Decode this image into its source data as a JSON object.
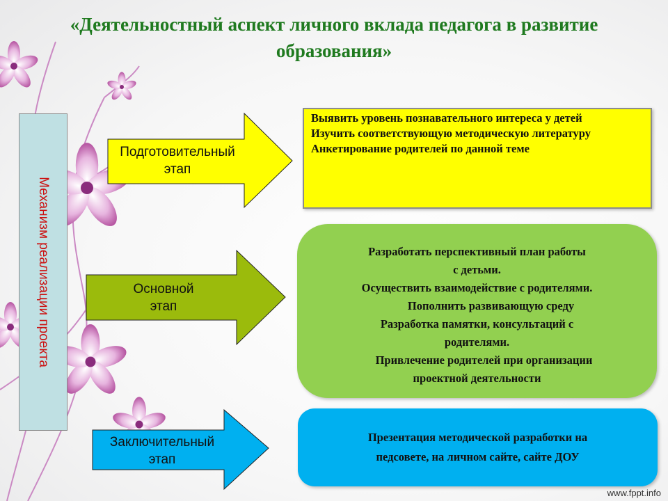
{
  "title": "«Деятельностный аспект личного вклада педагога в развитие образования»",
  "side_label": "Механизм реализации проекта",
  "colors": {
    "title": "#1f7a1f",
    "side_bar": "#bfe0e3",
    "side_text": "#cc1111",
    "yellow": "#ffff00",
    "green": "#92d050",
    "green_arrow": "#9bbb0c",
    "blue": "#00b0f0"
  },
  "stages": [
    {
      "label_line1": "Подготовительный",
      "label_line2": "этап",
      "items": [
        "Выявить уровень познавательного интереса у детей",
        "Изучить соответствующую методическую литературу",
        "Анкетирование родителей по данной теме"
      ]
    },
    {
      "label_line1": "Основной",
      "label_line2": "этап",
      "items": [
        "Разработать перспективный план работы",
        "с детьми.",
        "Осуществить взаимодействие с родителями.",
        "Пополнить развивающую среду",
        "Разработка памятки, консультаций с",
        "родителями.",
        "Привлечение родителей при организации",
        "проектной деятельности"
      ]
    },
    {
      "label_line1": "Заключительный",
      "label_line2": "этап",
      "items": [
        "Презентация методической разработки на",
        "педсовете, на личном сайте, сайте ДОУ"
      ]
    }
  ],
  "watermark": "www.fppt.info"
}
